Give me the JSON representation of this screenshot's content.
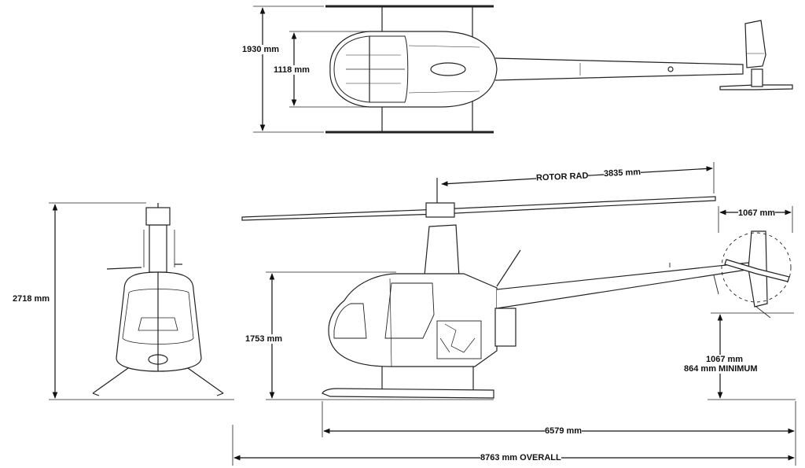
{
  "dimensions": {
    "top_width": "1930 mm",
    "top_cabin_width": "1118 mm",
    "front_height": "2718 mm",
    "side_height": "1753 mm",
    "rotor_label": "ROTOR RAD",
    "rotor_value": "3835 mm",
    "tail_rotor": "1067 mm",
    "tail_clearance": "1067 mm",
    "tail_clearance_min": "864 mm MINIMUM",
    "fuselage_length": "6579 mm",
    "overall_length": "8763 mm OVERALL"
  }
}
